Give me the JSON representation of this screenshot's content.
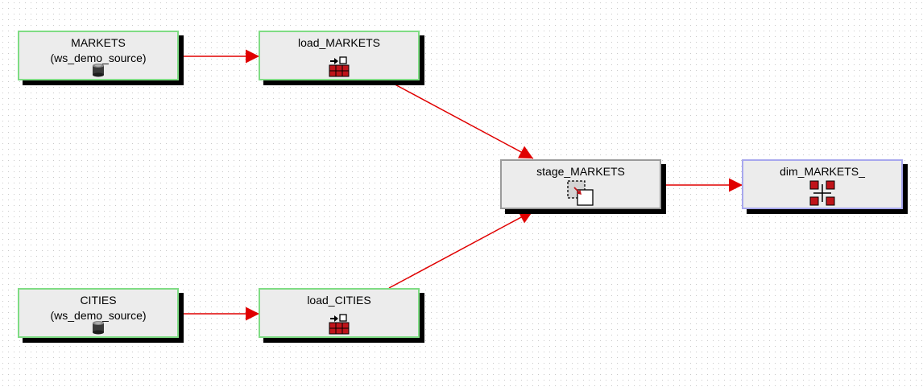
{
  "diagram": {
    "nodes": [
      {
        "id": "markets_source",
        "name": "MARKETS",
        "sub": "(ws_demo_source)",
        "kind": "source",
        "icon": "database-icon"
      },
      {
        "id": "load_markets",
        "name": "load_MARKETS",
        "kind": "load",
        "icon": "load-table-icon"
      },
      {
        "id": "stage_markets",
        "name": "stage_MARKETS",
        "kind": "stage",
        "icon": "stage-table-icon"
      },
      {
        "id": "dim_markets",
        "name": "dim_MARKETS_",
        "kind": "dimension",
        "icon": "dimension-table-icon"
      },
      {
        "id": "cities_source",
        "name": "CITIES",
        "sub": "(ws_demo_source)",
        "kind": "source",
        "icon": "database-icon"
      },
      {
        "id": "load_cities",
        "name": "load_CITIES",
        "kind": "load",
        "icon": "load-table-icon"
      }
    ],
    "edges": [
      {
        "from": "markets_source",
        "to": "load_markets"
      },
      {
        "from": "load_markets",
        "to": "stage_markets"
      },
      {
        "from": "cities_source",
        "to": "load_cities"
      },
      {
        "from": "load_cities",
        "to": "stage_markets"
      },
      {
        "from": "stage_markets",
        "to": "dim_markets"
      }
    ],
    "colors": {
      "edge": "#e00000",
      "source_border": "#7fdc84",
      "stage_border": "#9a9a9a",
      "dim_border": "#a7a7ee",
      "icon_red": "#c0141a"
    }
  }
}
